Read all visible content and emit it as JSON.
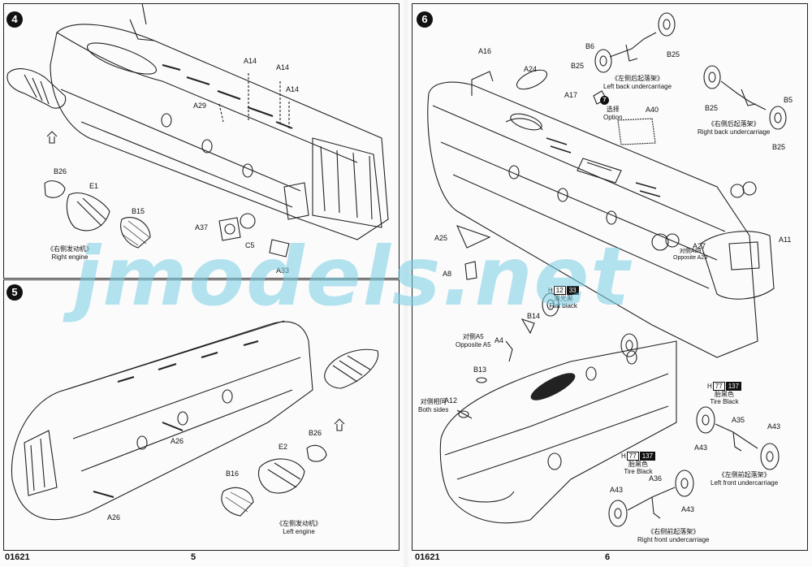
{
  "watermark": "jmodels.net",
  "left_page": {
    "footer_code": "01621",
    "page_number": "5",
    "step4": {
      "number": "4",
      "labels": {
        "a14_1": "A14",
        "a14_2": "A14",
        "a14_3": "A14",
        "a29": "A29",
        "a37": "A37",
        "c5": "C5",
        "a33": "A33",
        "b26": "B26",
        "e1": "E1",
        "b15": "B15"
      },
      "right_engine_cn": "《右侧发动机》",
      "right_engine_en": "Right engine"
    },
    "step5": {
      "number": "5",
      "labels": {
        "a26_1": "A26",
        "a26_2": "A26",
        "b26": "B26",
        "e2": "E2",
        "b16": "B16"
      },
      "left_engine_cn": "《左侧发动机》",
      "left_engine_en": "Left engine"
    }
  },
  "right_page": {
    "footer_code": "01621",
    "page_number": "6",
    "step6": {
      "number": "6",
      "labels": {
        "a16": "A16",
        "a24": "A24",
        "a17": "A17",
        "a40": "A40",
        "b6": "B6",
        "b25_1": "B25",
        "b25_2": "B25",
        "b25_3": "B25",
        "b25_4": "B25",
        "b5": "B5",
        "a25": "A25",
        "a8": "A8",
        "a27": "A27",
        "a11": "A11",
        "b14": "B14",
        "a4": "A4",
        "b13": "B13",
        "a12": "A12",
        "a35": "A35",
        "a43_1": "A43",
        "a43_2": "A43",
        "a36": "A36",
        "a43_3": "A43",
        "a43_4": "A43"
      },
      "option_badge": "7",
      "option_cn": "选择",
      "option_en": "Option",
      "left_back_cn": "《左侧后起落架》",
      "left_back_en": "Left back undercarriage",
      "right_back_cn": "《右侧后起落架》",
      "right_back_en": "Right back undercarriage",
      "opposite_a29": "Opposite A29",
      "opposite_a29_cn": "对侧A29",
      "opposite_a5_cn": "对侧A5",
      "opposite_a5_en": "Opposite A5",
      "both_sides_cn": "对侧相同",
      "both_sides_en": "Both sides",
      "left_front_cn": "《左侧前起落架》",
      "left_front_en": "Left front undercarriage",
      "right_front_cn": "《右侧前起落架》",
      "right_front_en": "Right front undercarriage",
      "paint_flat_black": {
        "h": "H",
        "code1": "12",
        "code2": "33",
        "cn": "消光黑",
        "en": "Flat black"
      },
      "paint_tire_black_1": {
        "h": "H",
        "code1": "77",
        "code2": "137",
        "cn": "胎黑色",
        "en": "Tire Black"
      },
      "paint_tire_black_2": {
        "h": "H",
        "code1": "77",
        "code2": "137",
        "cn": "胎黑色",
        "en": "Tire Black"
      }
    }
  }
}
